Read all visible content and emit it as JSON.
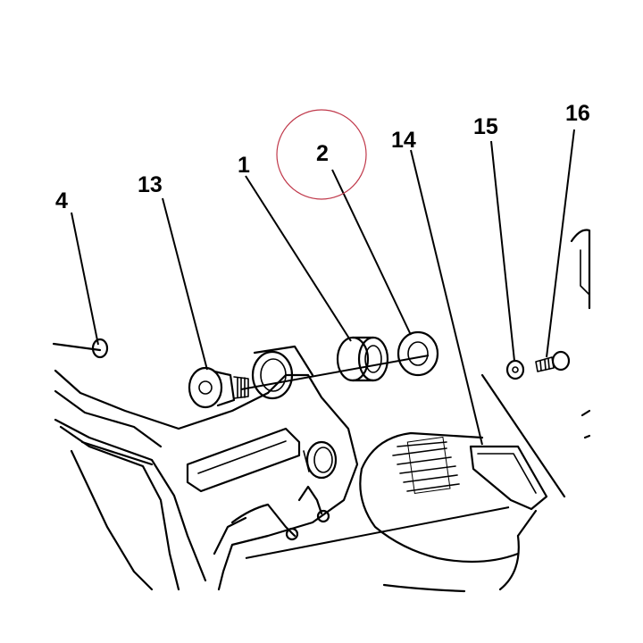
{
  "labels": {
    "part_4": "4",
    "part_13": "13",
    "part_1": "1",
    "part_2": "2",
    "part_14": "14",
    "part_15": "15",
    "part_16": "16"
  },
  "highlight": {
    "target": "2",
    "color": "#c0394b"
  },
  "line_color": "#000000",
  "background": "#ffffff"
}
